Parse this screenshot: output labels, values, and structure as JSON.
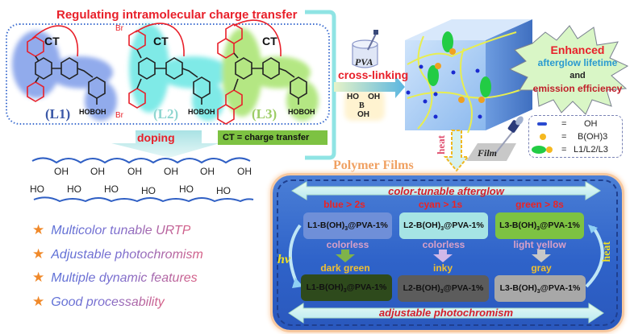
{
  "title": "Regulating intramolecular charge transfer",
  "ligands": [
    {
      "id": "L1",
      "label": "(L1)",
      "color": "#3a57a7",
      "glow": "#6d8fe6",
      "ct": "CT",
      "substituent": "phenyl"
    },
    {
      "id": "L2",
      "label": "(L2)",
      "color": "#8fd6d0",
      "glow": "#54e3e0",
      "ct": "CT",
      "substituent": "4-bromophenyl",
      "br_label": "Br"
    },
    {
      "id": "L3",
      "label": "(L3)",
      "color": "#9ccc65",
      "glow": "#9be05a",
      "ct": "CT",
      "substituent": "naphthyl"
    }
  ],
  "boronic_acid_label": {
    "b": "B",
    "oh": "OH",
    "ho": "HO"
  },
  "ct_definition": "CT =  charge  transfer",
  "doping_label": "doping",
  "pva_chain": {
    "top_oh": [
      "OH",
      "OH",
      "OH",
      "OH",
      "OH",
      "OH"
    ],
    "bottom_ho": [
      "HO",
      "HO",
      "HO",
      "HO",
      "HO",
      "HO"
    ]
  },
  "features": [
    "Multicolor tunable URTP",
    "Adjustable  photochromism",
    "Multiple dynamic features",
    "Good processability"
  ],
  "process": {
    "pva_label": "PVA",
    "crosslinking_label": "cross-linking",
    "boric_acid": {
      "ho": "HO",
      "b": "B",
      "oh_right": "OH",
      "oh_bottom": "OH"
    }
  },
  "burst": {
    "line1": "Enhanced",
    "line2": "afterglow lifetime",
    "line3": "and",
    "line4": "emission efficiency"
  },
  "legend": [
    {
      "symbol": "oh-icon",
      "eq": "=",
      "label": "OH"
    },
    {
      "symbol": "boric-acid-dot-icon",
      "eq": "=",
      "label": "B(OH)3"
    },
    {
      "symbol": "ligand-ellipse-icon",
      "eq": "=",
      "label": "L1/L2/L3"
    }
  ],
  "heat_down_label": "heat",
  "film_label": "Film",
  "polymer_films": {
    "title": "Polymer  Films",
    "top_arrow_label": "color-tunable afterglow",
    "bottom_arrow_label": "adjustable    photochromism",
    "hv_label": "hv",
    "heat_label": "heat",
    "columns": [
      {
        "lifetime": "blue > 2s",
        "sample": "L1-B(OH)",
        "sub": "3",
        "suffix": "@PVA-1%",
        "before": "colorless",
        "after": "dark green",
        "before_bg": "#6f8fd8",
        "after_bg": "#2e4a1c",
        "before_text": "#d8a0c8",
        "after_text": "#f0c030",
        "arrow": "#7fb34a"
      },
      {
        "lifetime": "cyan > 1s",
        "sample": "L2-B(OH)",
        "sub": "3",
        "suffix": "@PVA-1%",
        "before": "colorless",
        "after": "inky",
        "before_bg": "#a6e4e4",
        "after_bg": "#5c5c5c",
        "before_text": "#d8a0c8",
        "after_text": "#f0c030",
        "arrow": "#d0b8e8"
      },
      {
        "lifetime": "green > 8s",
        "sample": "L3-B(OH)",
        "sub": "3",
        "suffix": "@PVA-1%",
        "before": "light yellow",
        "after": "gray",
        "before_bg": "#7dc242",
        "after_bg": "#a8a8a8",
        "before_text": "#d8a0c8",
        "after_text": "#f0c030",
        "arrow": "#c8c8c8"
      }
    ]
  },
  "colors": {
    "accent_red": "#e8202a",
    "dotted_border": "#3f6fd0",
    "bracket": "#7fe0e0",
    "panel_blue": "#3368cc",
    "orange_star": "#f0892a"
  }
}
